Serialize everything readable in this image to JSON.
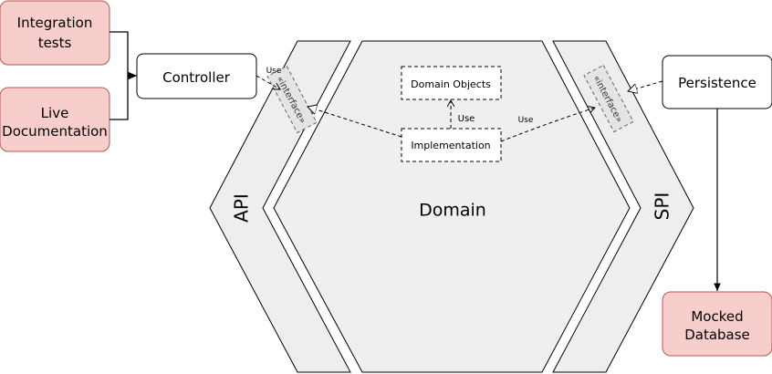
{
  "boxes": {
    "integration_tests": [
      "Integration",
      "tests"
    ],
    "live_documentation": [
      "Live",
      "Documentation"
    ],
    "controller": "Controller",
    "persistence": "Persistence",
    "mocked_database": [
      "Mocked",
      "Database"
    ],
    "domain_objects": "Domain Objects",
    "implementation": "Implementation"
  },
  "layers": {
    "api": "API",
    "domain": "Domain",
    "spi": "SPI"
  },
  "interfaces": {
    "api_interface": "«interface»",
    "spi_interface": "«interface»"
  },
  "edge_labels": {
    "controller_use": "Use",
    "impl_domain_use": "Use",
    "impl_spi_use": "Use"
  },
  "colors": {
    "test_fill": "#f8cecc",
    "test_stroke": "#b85450",
    "layer_fill": "#eeeeee",
    "domain_fill": "#efefef",
    "stroke": "#000000",
    "interface_stroke": "#666666"
  }
}
